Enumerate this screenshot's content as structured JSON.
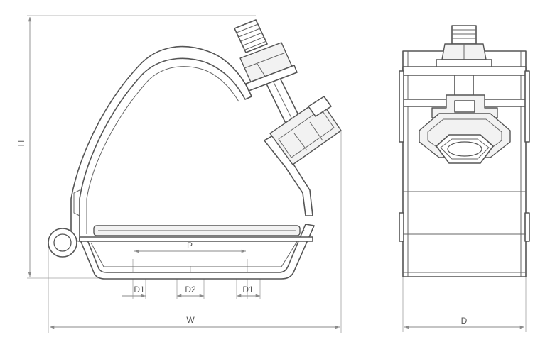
{
  "labels": {
    "height": "H",
    "width": "W",
    "pitch": "P",
    "d1_left": "D1",
    "d2": "D2",
    "d1_right": "D1",
    "depth": "D"
  }
}
